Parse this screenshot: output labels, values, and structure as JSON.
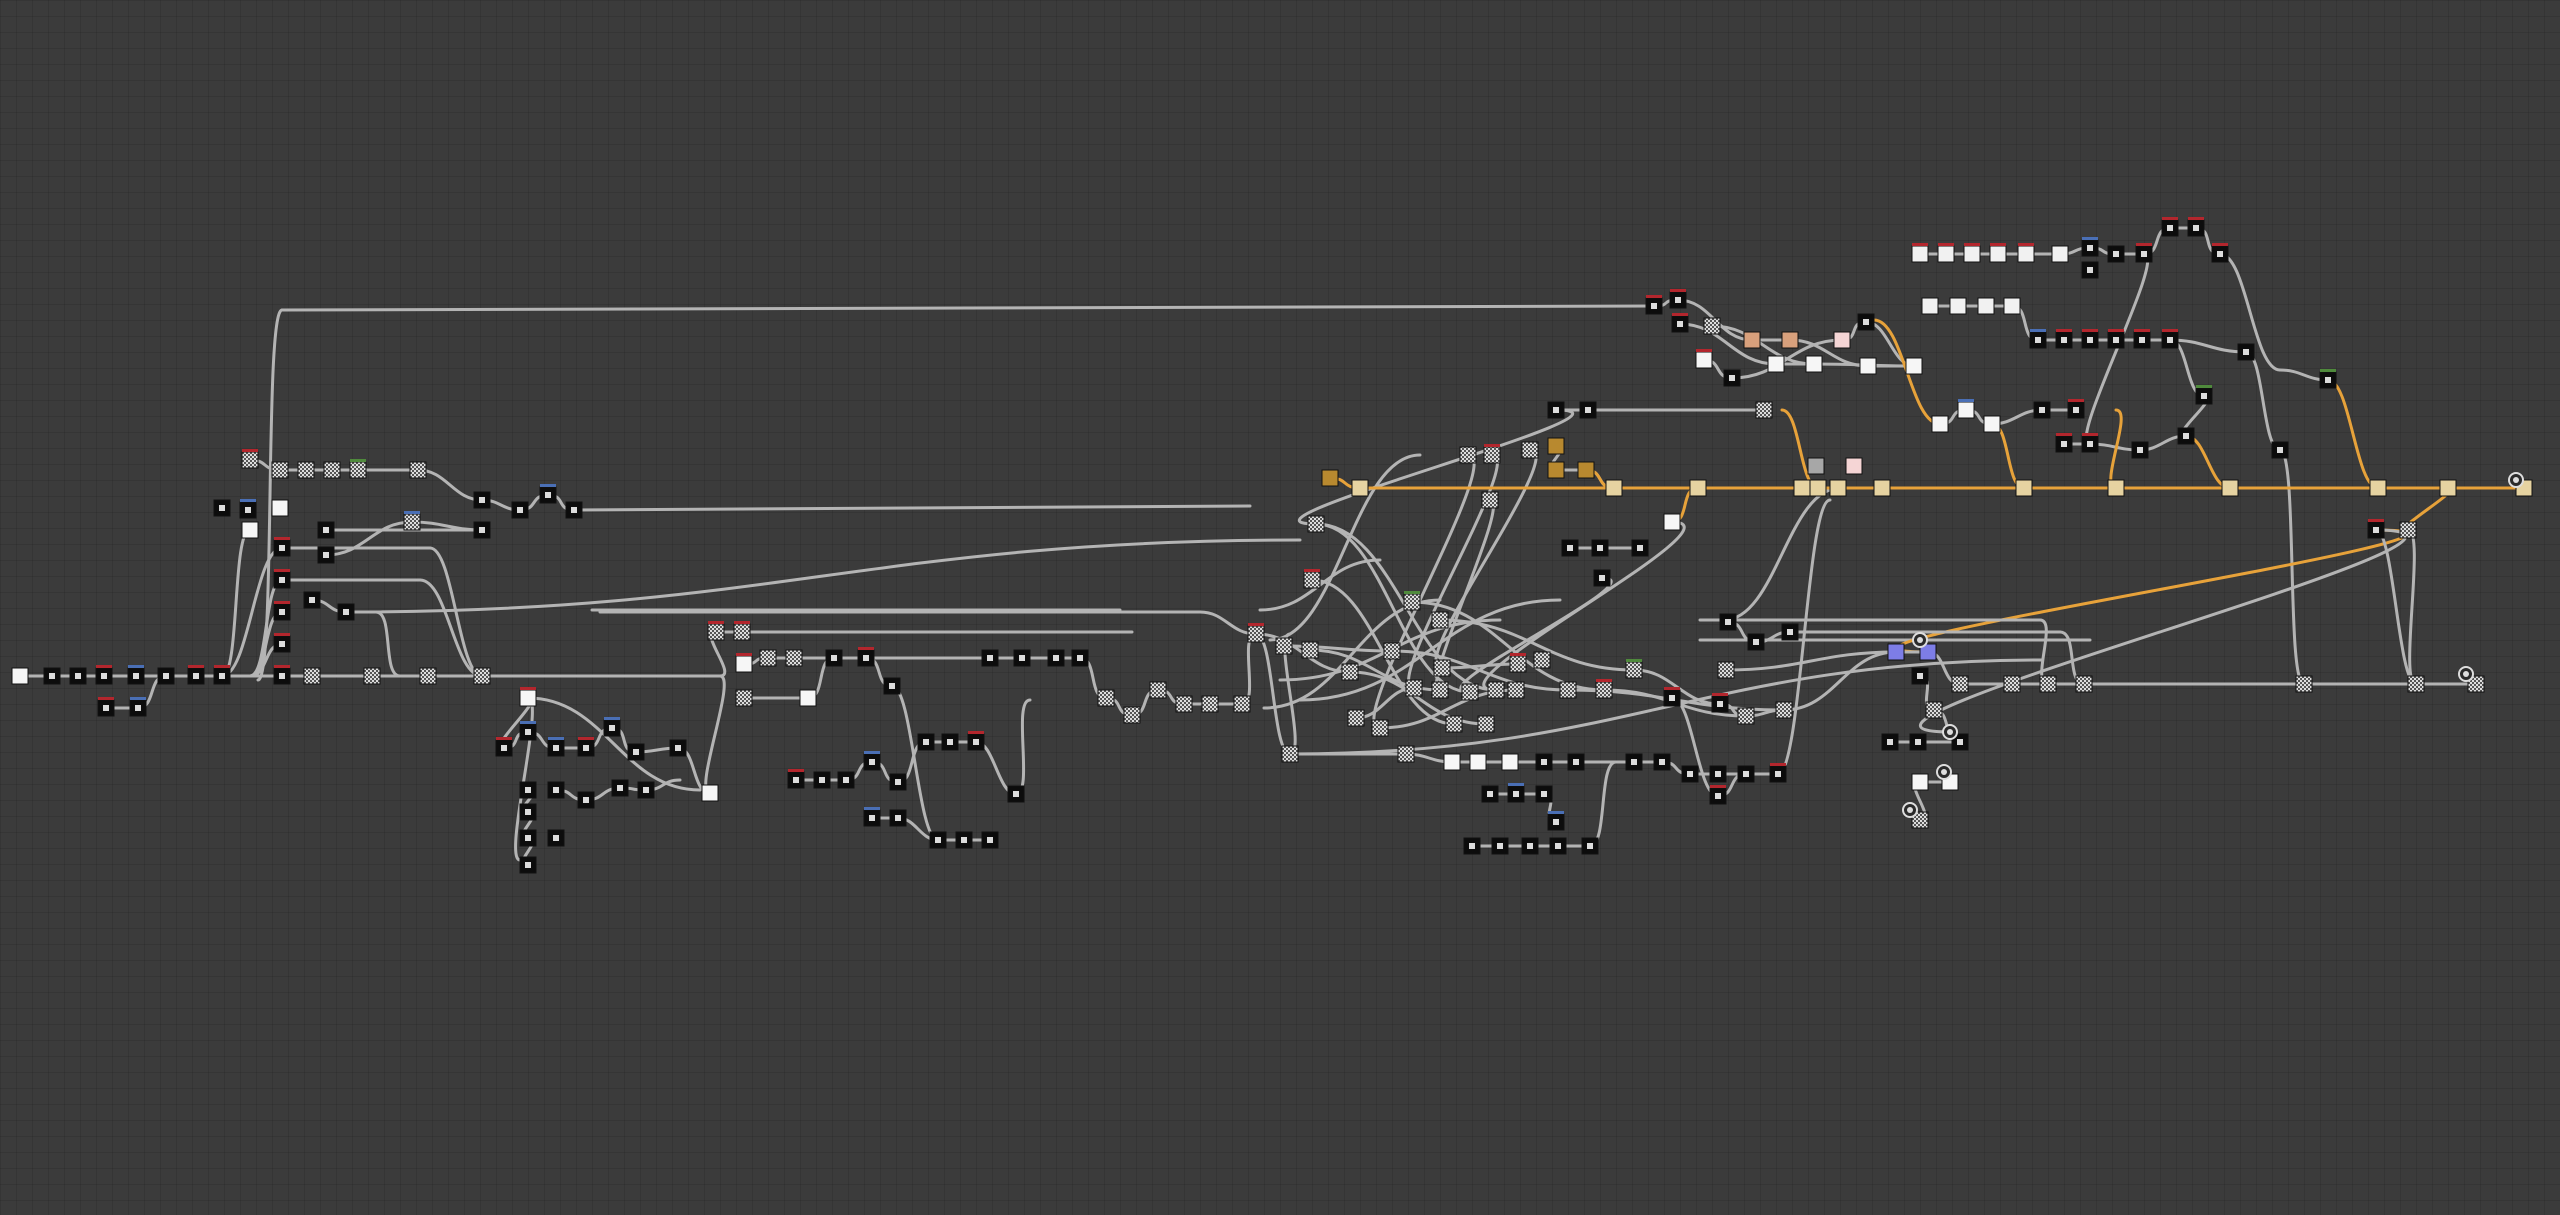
{
  "colors": {
    "canvas": "#3b3b3b",
    "wire_default": "#b4b4b4",
    "wire_highlight": "#e7a23a",
    "node_border": "#111111",
    "node_header_red": "#b3262d",
    "node_header_blue": "#4a6fb5",
    "node_header_green": "#4f8a3c"
  },
  "graph": {
    "node_kinds": [
      "dark",
      "light",
      "pattern",
      "tan",
      "gold",
      "blue",
      "pink",
      "peach",
      "gray",
      "white",
      "output"
    ]
  }
}
